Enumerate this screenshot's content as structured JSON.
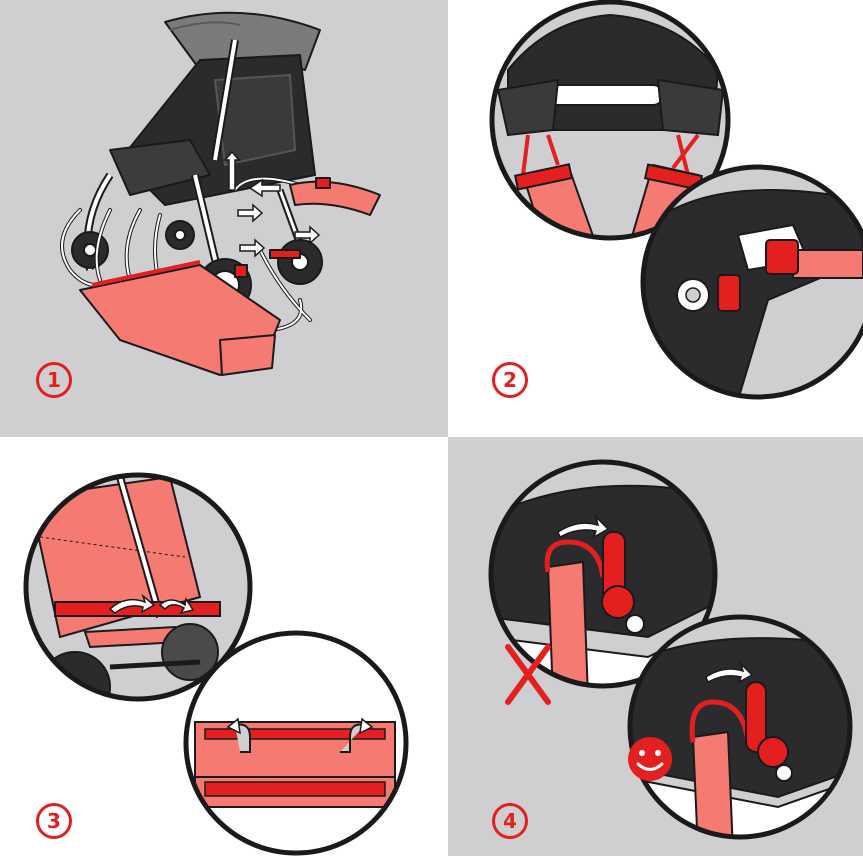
{
  "colors": {
    "panel_gray": "#cfcfd1",
    "panel_white": "#ffffff",
    "accent_red": "#e3201f",
    "fabric_coral": "#f47a72",
    "frame_dark": "#2b2b2d",
    "outline": "#1a1a1a"
  },
  "steps": [
    {
      "number": "1",
      "background": "gray"
    },
    {
      "number": "2",
      "background": "white"
    },
    {
      "number": "3",
      "background": "white"
    },
    {
      "number": "4",
      "background": "gray"
    }
  ],
  "icons": [
    "stroller-icon",
    "clip-strap-icon",
    "buckle-icon",
    "seat-pad-icon",
    "wrong-cross-icon",
    "smiley-icon",
    "arrow-icon"
  ]
}
